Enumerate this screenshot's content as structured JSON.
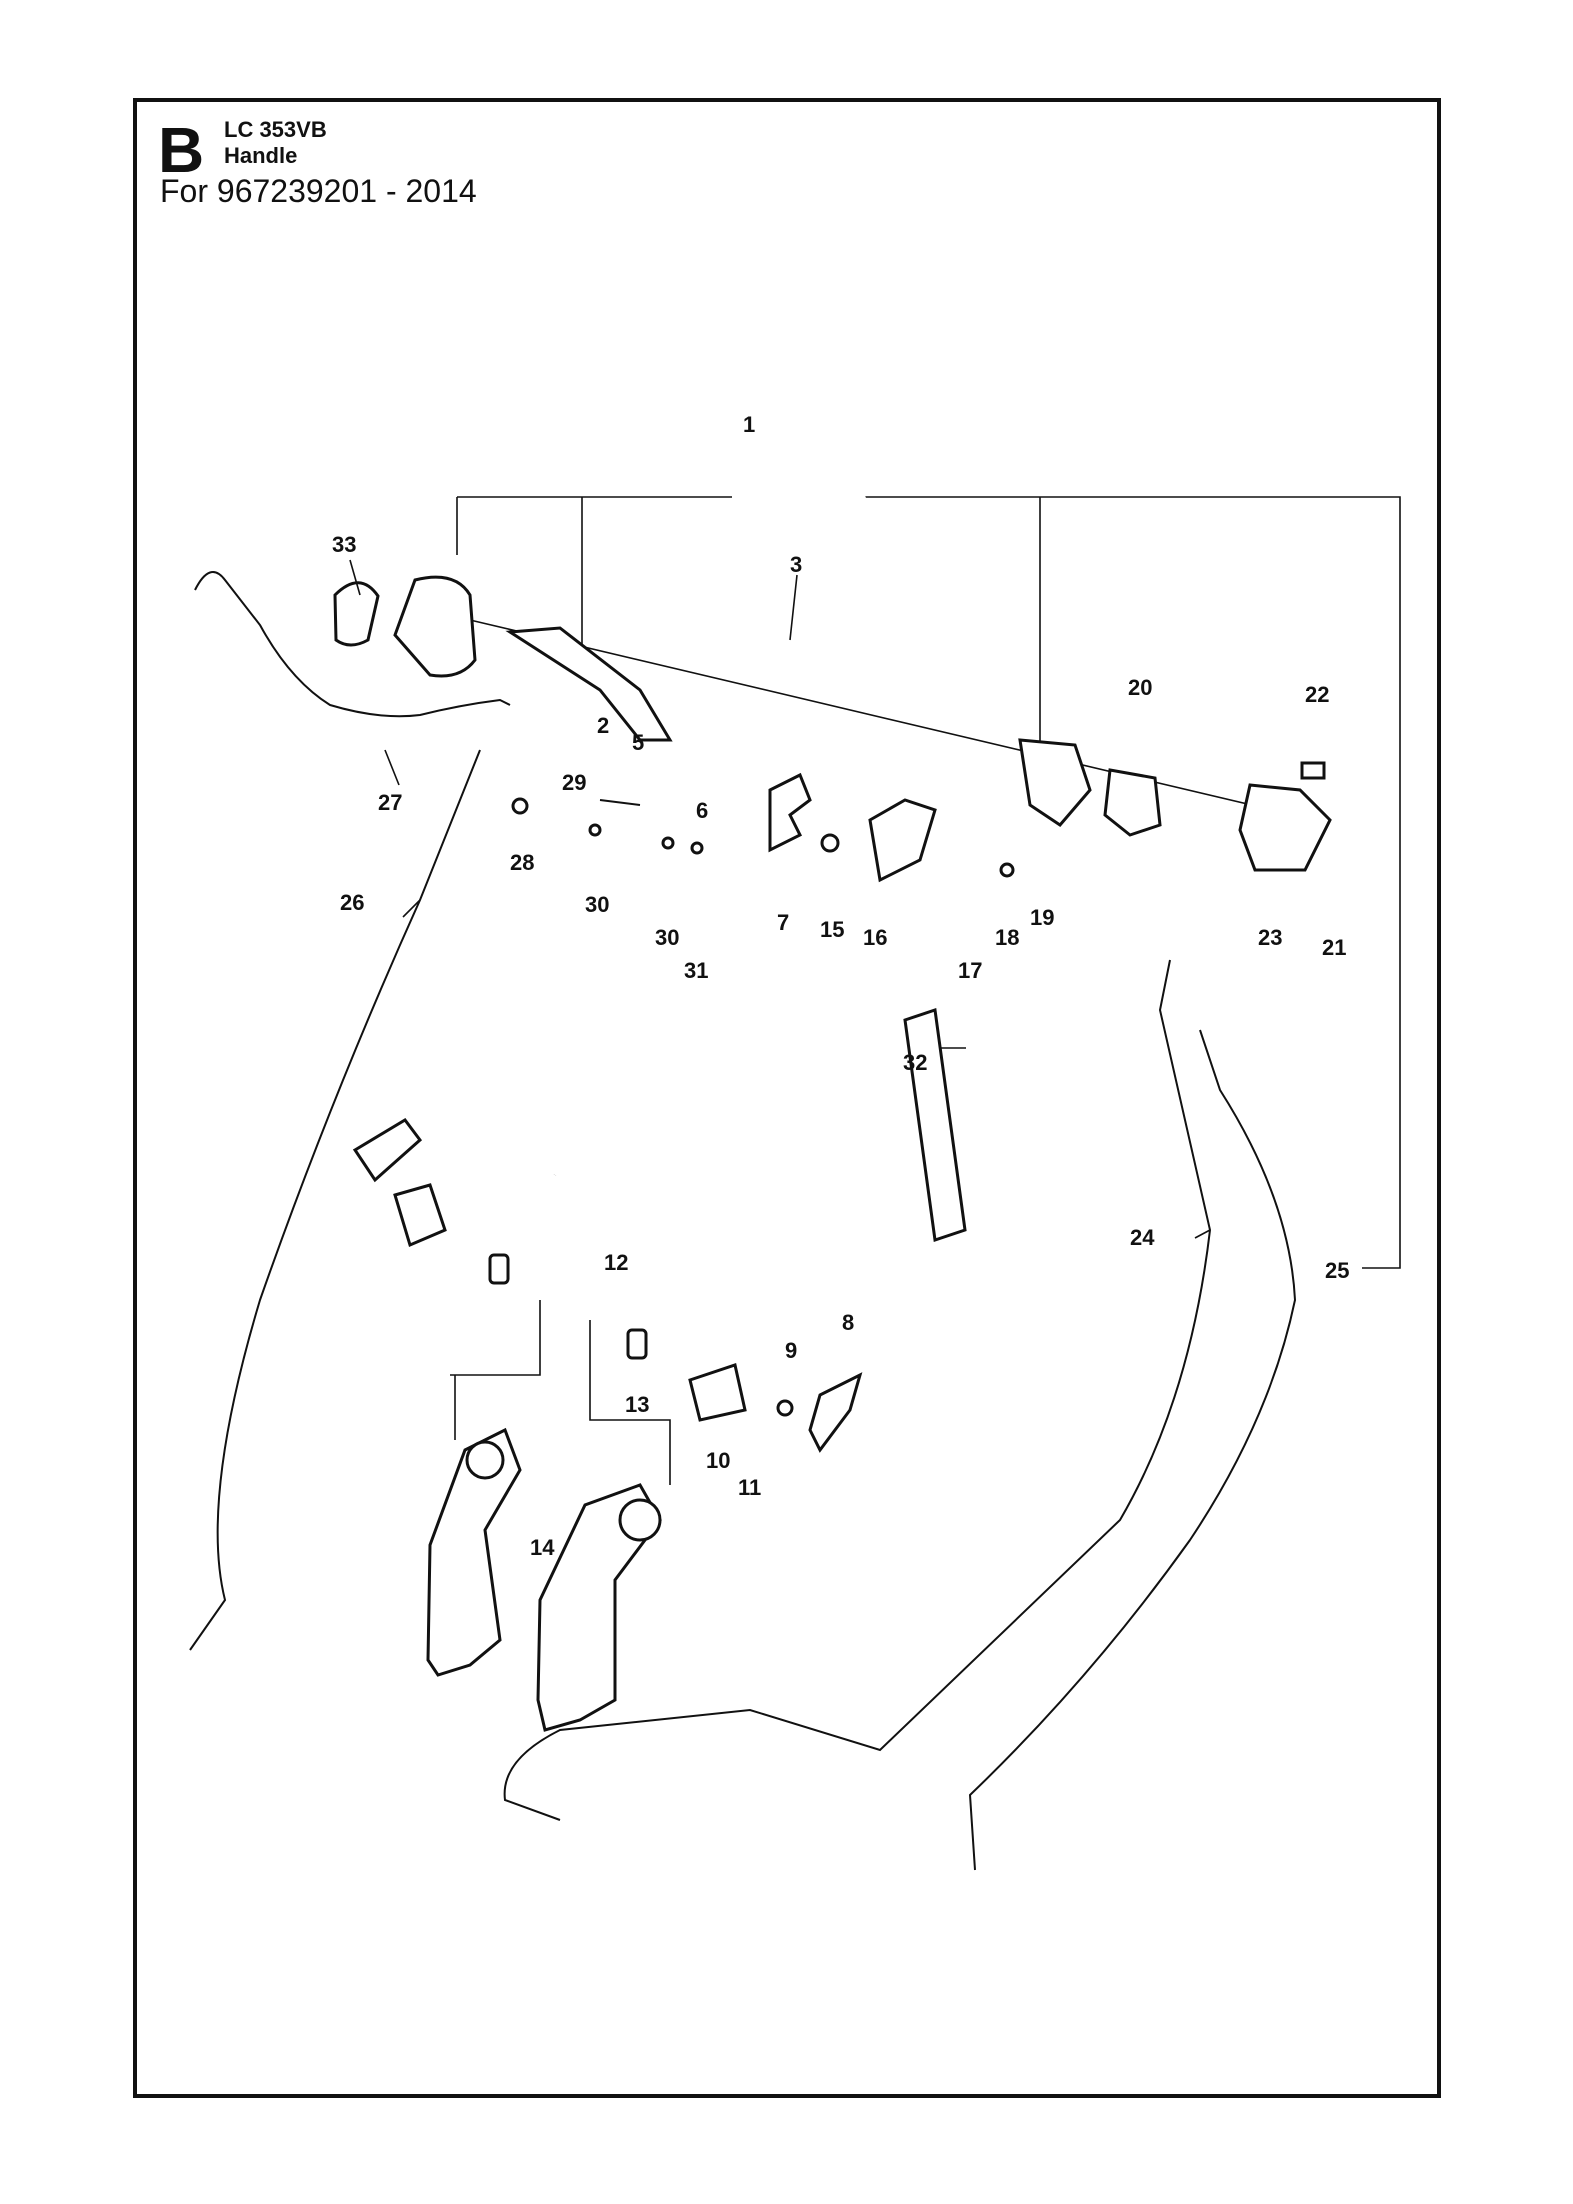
{
  "header": {
    "sheet": "B",
    "model": "LC 353VB",
    "section": "Handle",
    "subtitle": "For 967239201 - 2014"
  },
  "callouts": [
    "1",
    "3",
    "33",
    "2",
    "5",
    "29",
    "6",
    "28",
    "30",
    "30",
    "31",
    "27",
    "26",
    "7",
    "15",
    "16",
    "17",
    "18",
    "19",
    "20",
    "22",
    "23",
    "21",
    "32",
    "24",
    "25",
    "12",
    "13",
    "9",
    "8",
    "10",
    "11",
    "14"
  ]
}
